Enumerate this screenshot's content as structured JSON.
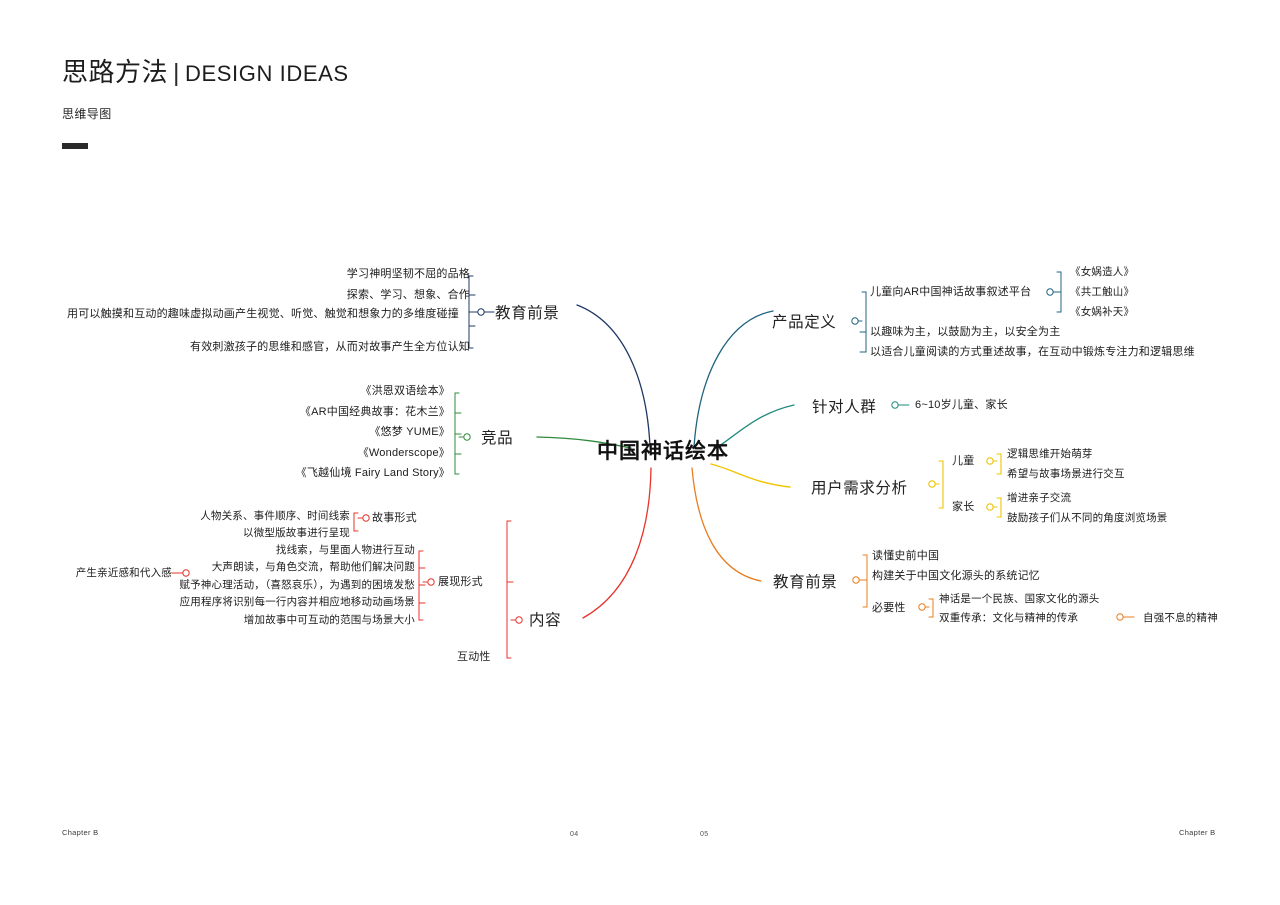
{
  "header": {
    "title_cn": "思路方法",
    "separator": "|",
    "title_en": "DESIGN IDEAS",
    "subtitle": "思维导图"
  },
  "footer": {
    "left": "Chapter B",
    "right": "Chapter B",
    "page_left": "04",
    "page_right": "05"
  },
  "colors": {
    "education_left": "#1f3864",
    "competitor": "#2e8b3d",
    "content": "#e8332a",
    "product_definition": "#20647f",
    "target_audience": "#1f8a7d",
    "user_needs": "#f2c400",
    "education_right": "#e87d1e",
    "center_text": "#111111"
  },
  "mindmap": {
    "center": "中国神话绘本",
    "branches": [
      {
        "id": "education-left",
        "label": "教育前景",
        "side": "left",
        "color": "#1f3864",
        "children": [
          {
            "label": "学习神明坚韧不屈的品格"
          },
          {
            "label": "探索、学习、想象、合作"
          },
          {
            "label": "用可以触摸和互动的趣味虚拟动画产生视觉、听觉、触觉和想象力的多维度碰撞"
          },
          {
            "label": "有效刺激孩子的思维和感官，从而对故事产生全方位认知"
          }
        ]
      },
      {
        "id": "competitor",
        "label": "竞品",
        "side": "left",
        "color": "#2e8b3d",
        "children": [
          {
            "label": "《洪恩双语绘本》"
          },
          {
            "label": "《AR中国经典故事：花木兰》"
          },
          {
            "label": "《悠梦 YUME》"
          },
          {
            "label": "《Wonderscope》"
          },
          {
            "label": "《飞越仙境 Fairy Land Story》"
          }
        ]
      },
      {
        "id": "content",
        "label": "内容",
        "side": "left",
        "color": "#e8332a",
        "children": [
          {
            "label": "故事形式",
            "children": [
              {
                "label": "人物关系、事件顺序、时间线索"
              },
              {
                "label": "以微型版故事进行呈现"
              }
            ]
          },
          {
            "label": "展现形式",
            "children": [
              {
                "label": "找线索，与里面人物进行互动"
              },
              {
                "label": "大声朗读，与角色交流，帮助他们解决问题",
                "leaf": "产生亲近感和代入感"
              },
              {
                "label": "赋予神心理活动，（喜怒哀乐），为遇到的困境发愁"
              },
              {
                "label": "应用程序将识别每一行内容并相应地移动动画场景"
              },
              {
                "label": "增加故事中可互动的范围与场景大小"
              }
            ]
          },
          {
            "label": "互动性"
          }
        ]
      },
      {
        "id": "product-definition",
        "label": "产品定义",
        "side": "right",
        "color": "#20647f",
        "children": [
          {
            "label": "儿童向AR中国神话故事叙述平台",
            "children": [
              {
                "label": "《女娲造人》"
              },
              {
                "label": "《共工触山》"
              },
              {
                "label": "《女娲补天》"
              }
            ]
          },
          {
            "label": "以趣味为主，以鼓励为主，以安全为主"
          },
          {
            "label": "以适合儿童阅读的方式重述故事，在互动中锻炼专注力和逻辑思维"
          }
        ]
      },
      {
        "id": "target-audience",
        "label": "针对人群",
        "side": "right",
        "color": "#1f8a7d",
        "children": [
          {
            "label": "6~10岁儿童、家长"
          }
        ]
      },
      {
        "id": "user-needs",
        "label": "用户需求分析",
        "side": "right",
        "color": "#f2c400",
        "children": [
          {
            "label": "儿童",
            "children": [
              {
                "label": "逻辑思维开始萌芽"
              },
              {
                "label": "希望与故事场景进行交互"
              }
            ]
          },
          {
            "label": "家长",
            "children": [
              {
                "label": "增进亲子交流"
              },
              {
                "label": "鼓励孩子们从不同的角度浏览场景"
              }
            ]
          }
        ]
      },
      {
        "id": "education-right",
        "label": "教育前景",
        "side": "right",
        "color": "#e87d1e",
        "children": [
          {
            "label": "读懂史前中国"
          },
          {
            "label": "构建关于中国文化源头的系统记忆"
          },
          {
            "label": "必要性",
            "children": [
              {
                "label": "神话是一个民族、国家文化的源头"
              },
              {
                "label": "双重传承：文化与精神的传承",
                "leaf": "自强不息的精神"
              }
            ]
          }
        ]
      }
    ]
  }
}
